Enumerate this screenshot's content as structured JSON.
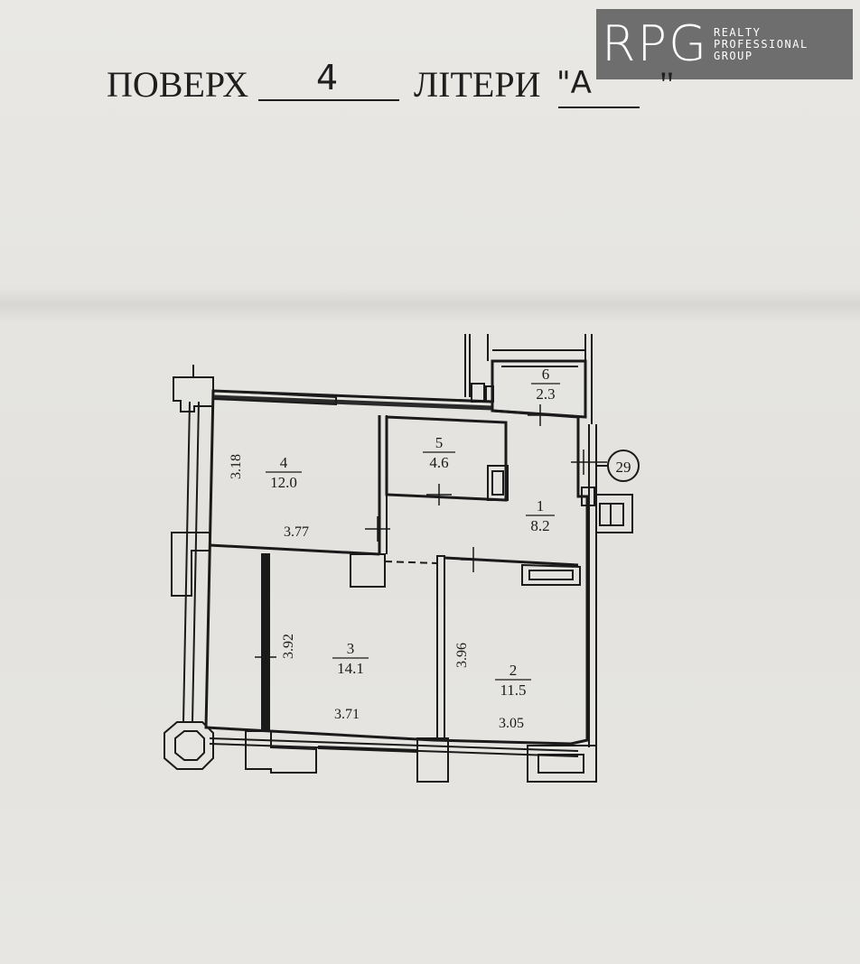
{
  "logo": {
    "mark": "RPG",
    "lines": [
      "REALTY",
      "PROFESSIONAL",
      "GROUP"
    ]
  },
  "heading": {
    "floor_label": "ПОВЕРХ",
    "floor_value": "4",
    "letter_label": "ЛІТЕРИ",
    "letter_open_quote": "\"А",
    "letter_close_quote": "\""
  },
  "axis_marker": "29",
  "rooms": [
    {
      "number": "1",
      "area": "8.2"
    },
    {
      "number": "2",
      "area": "11.5"
    },
    {
      "number": "3",
      "area": "14.1"
    },
    {
      "number": "4",
      "area": "12.0"
    },
    {
      "number": "5",
      "area": "4.6"
    },
    {
      "number": "6",
      "area": "2.3"
    }
  ],
  "dimensions": {
    "room4_height": "3.18",
    "room4_width": "3.77",
    "room3_height": "3.92",
    "room3_width": "3.71",
    "room2_height": "3.96",
    "room2_width": "3.05"
  },
  "colors": {
    "ink": "#1a1a1a",
    "paper": "#e6e5e1",
    "logo_bg": "#6e6e6e",
    "logo_accent": "#e8541c"
  }
}
